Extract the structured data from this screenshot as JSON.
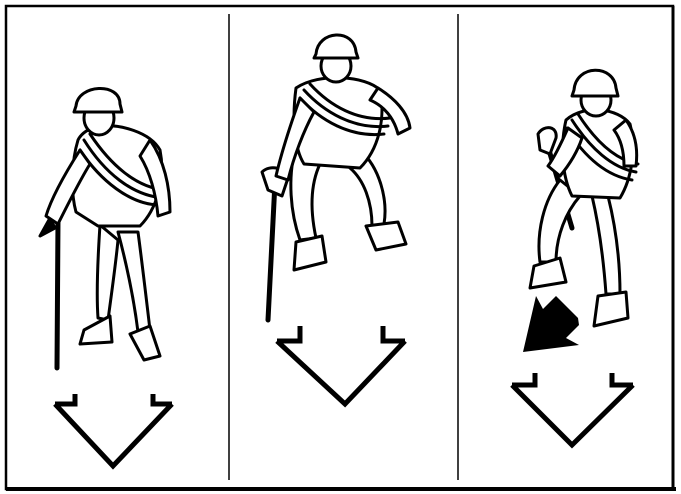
{
  "figure": {
    "panels": [
      {
        "id": "panel-1",
        "figure_icon": "climber-with-ice-axe-cane-position-icon",
        "arrow_icon": "chevron-down-icon"
      },
      {
        "id": "panel-2",
        "figure_icon": "climber-with-ice-axe-crouched-icon",
        "arrow_icon": "chevron-down-icon"
      },
      {
        "id": "panel-3",
        "figure_icon": "climber-descending-diagonal-icon",
        "arrow_icon": "chevron-down-icon",
        "direction_icon": "diagonal-down-left-arrow-icon"
      }
    ],
    "colors": {
      "ink": "#000000",
      "paper": "#ffffff"
    }
  }
}
